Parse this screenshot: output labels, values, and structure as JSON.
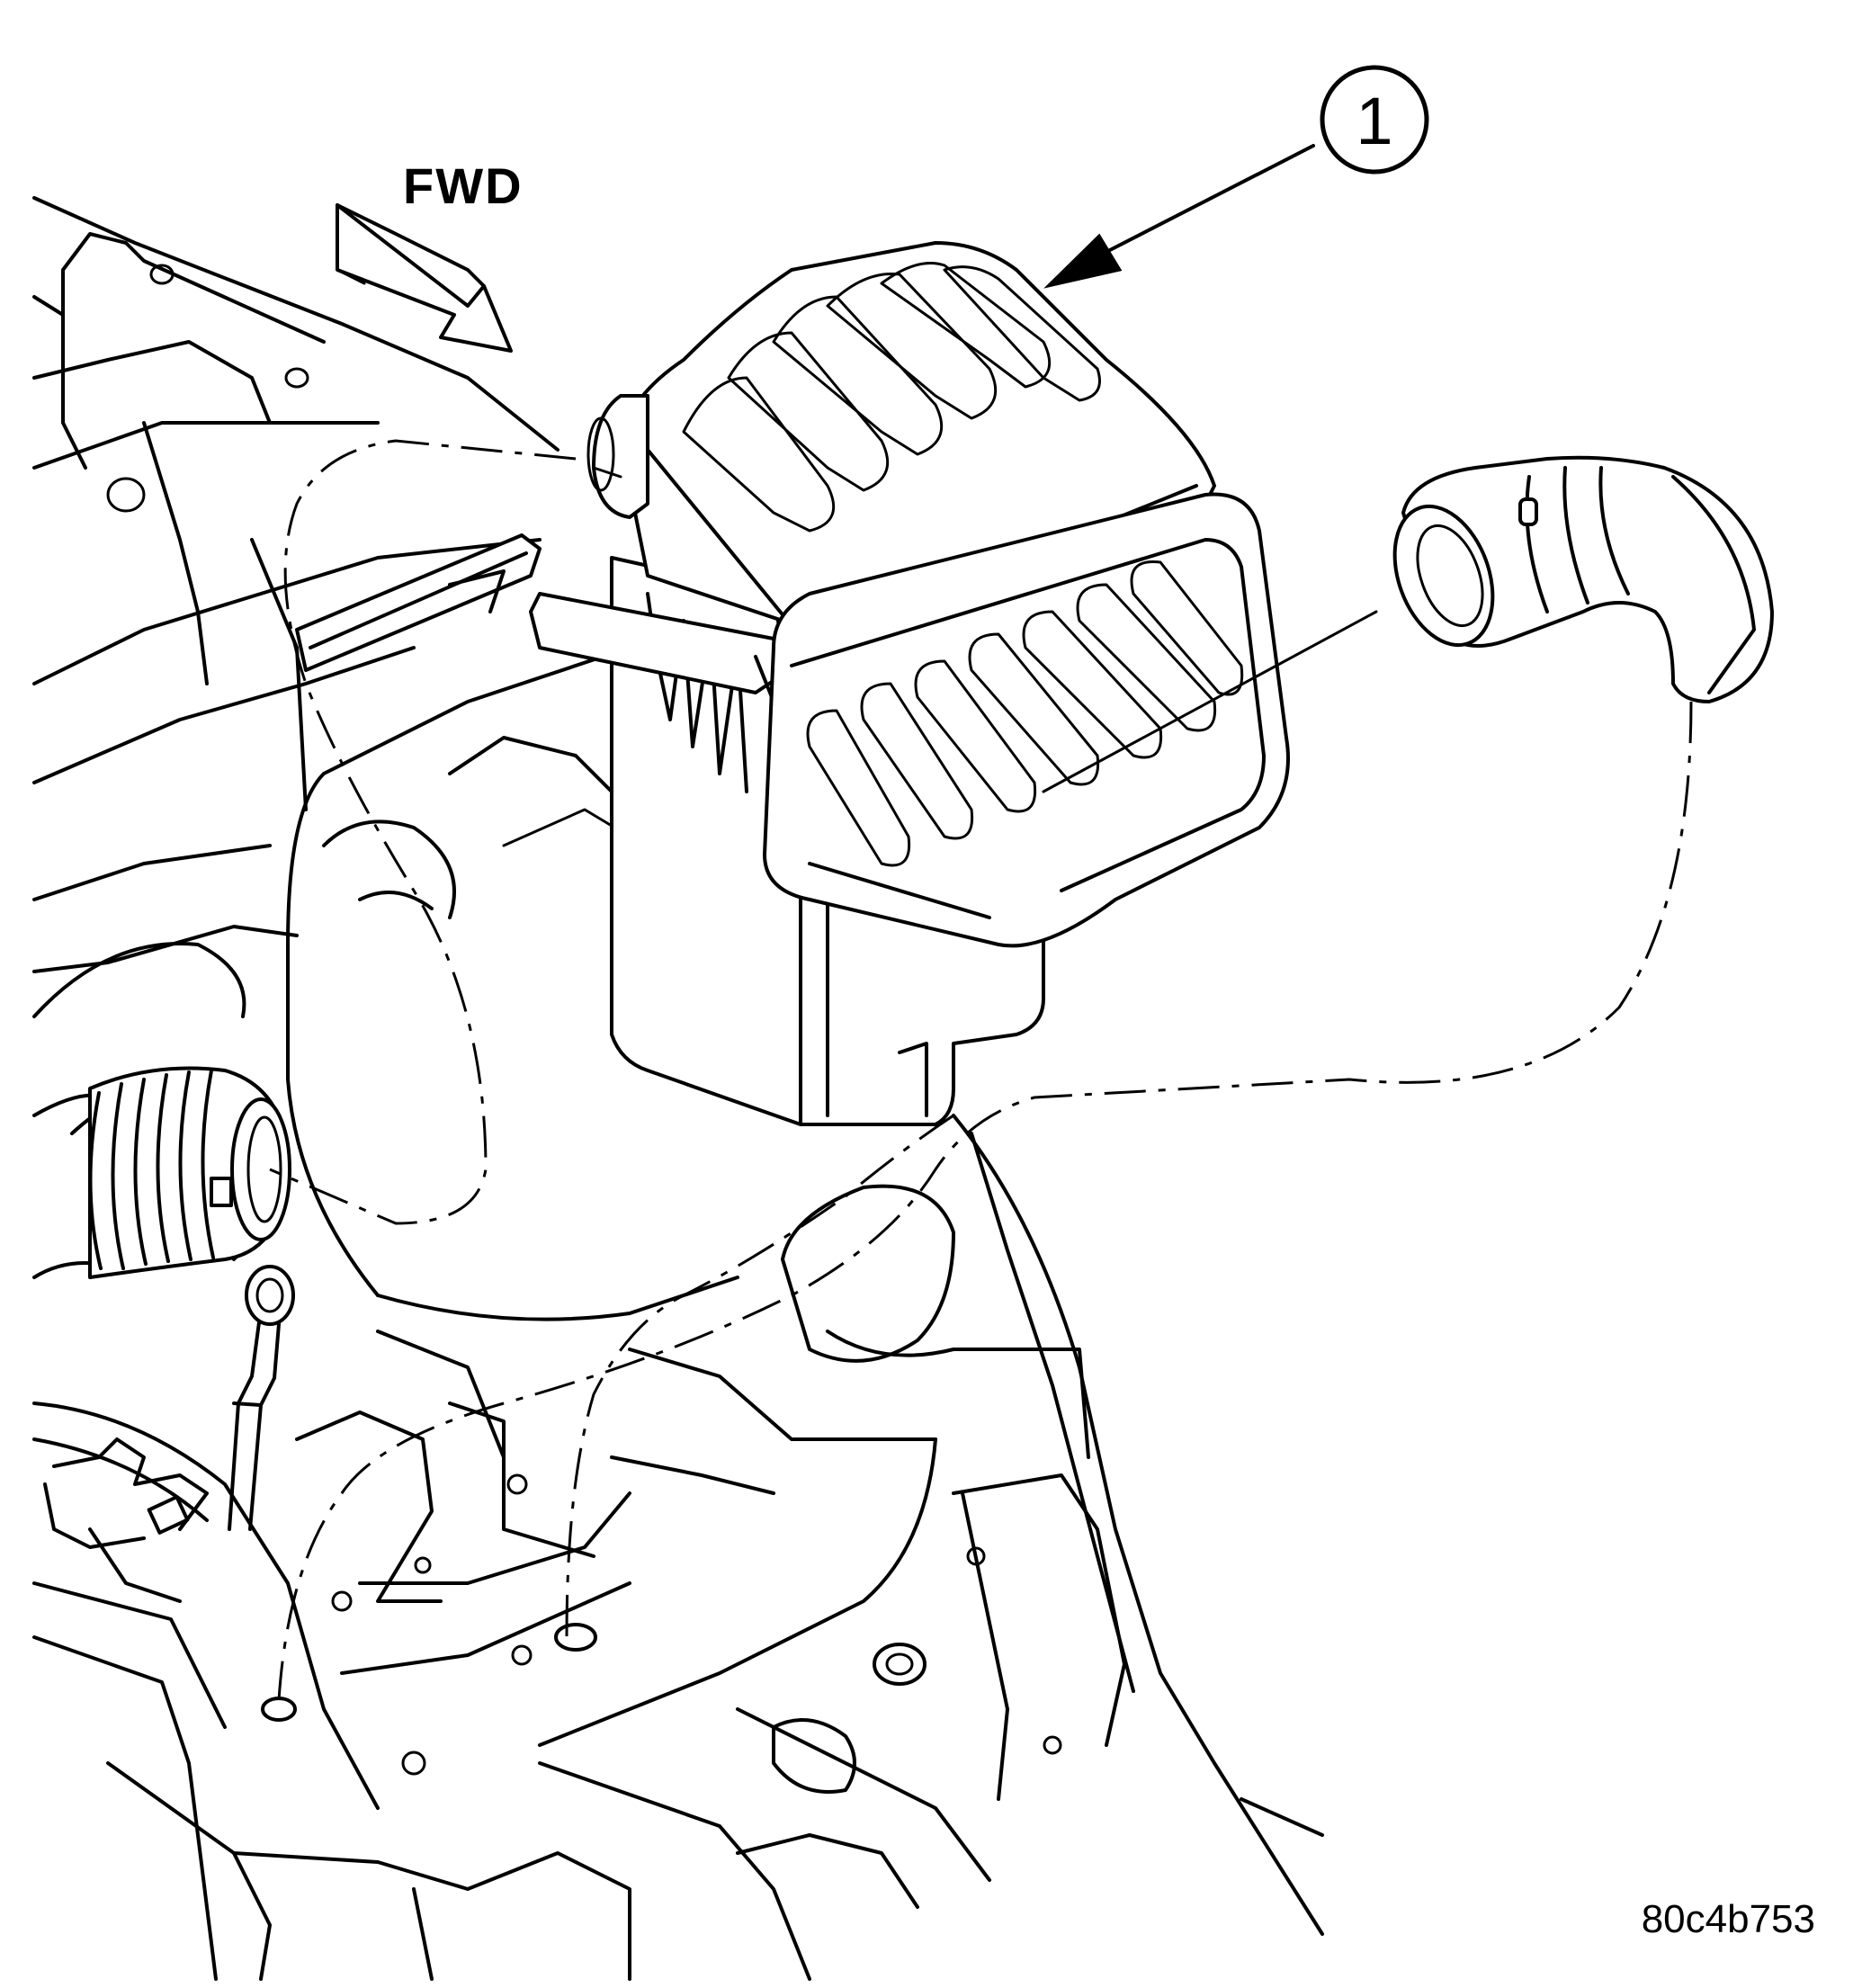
{
  "figure": {
    "callout_number": "1",
    "direction_label": "FWD",
    "figure_code": "80c4b753"
  },
  "icons": {
    "direction_arrow": "forward-arrow-icon",
    "callout_leader": "leader-arrow-icon"
  },
  "colors": {
    "ink": "#000000",
    "paper": "#ffffff"
  }
}
